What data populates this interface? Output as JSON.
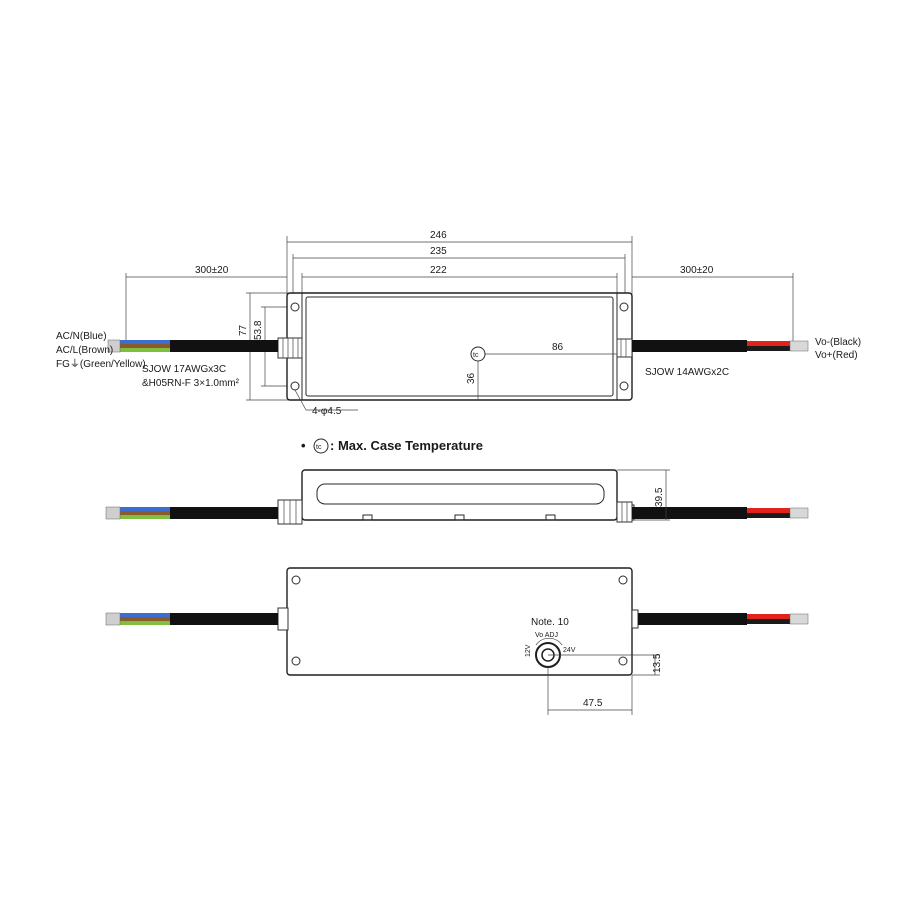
{
  "dimensions": {
    "overall_length": "246",
    "mount_pitch": "235",
    "body_length": "222",
    "left_cable_length": "300±20",
    "right_cable_length": "300±20",
    "width": "77",
    "mount_width": "53.8",
    "tc_offset_x": "86",
    "tc_offset_y": "36",
    "mount_holes": "4-φ4.5",
    "height": "39.5",
    "adj_offset_y": "13.5",
    "adj_offset_x": "47.5"
  },
  "input_wires": {
    "labels": [
      "AC/N(Blue)",
      "AC/L(Brown)",
      "FG⏚(Green/Yellow)"
    ],
    "cable_spec_1": "SJOW 17AWGx3C",
    "cable_spec_2": "&H05RN-F 3×1.0mm²"
  },
  "output_wires": {
    "labels": [
      "Vo-(Black)",
      "Vo+(Red)"
    ],
    "cable_spec": "SJOW 14AWGx2C"
  },
  "tc_marker": "tc",
  "legend": {
    "bullet": "•",
    "text": ": Max. Case Temperature"
  },
  "adjust": {
    "note": "Note. 10",
    "title": "Vo  ADJ",
    "min": "12V",
    "max": "24V"
  },
  "colors": {
    "cable": "#111111",
    "blue": "#3a6fd1",
    "brown": "#8a5a2b",
    "green_yellow": "#7fbf3f",
    "red": "#e0241b",
    "black_wire": "#1b1b1b"
  }
}
